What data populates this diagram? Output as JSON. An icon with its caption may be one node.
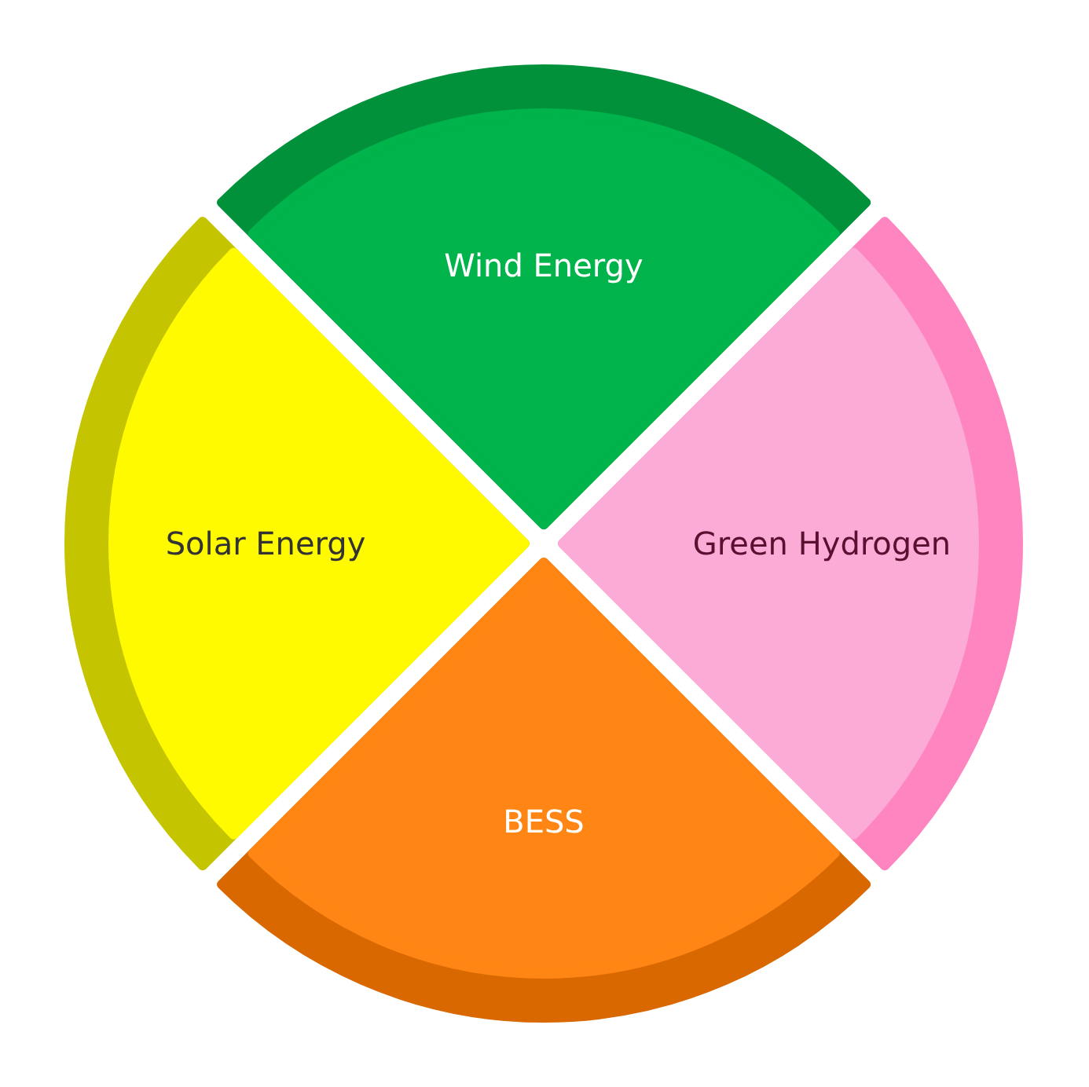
{
  "diagram": {
    "nodes": [
      {
        "text": [
          "Wind Energy"
        ]
      },
      {
        "text": [
          "Green Hydrogen"
        ]
      },
      {
        "text": [
          "Solar Energy"
        ]
      },
      {
        "text": [
          "BESS"
        ]
      }
    ]
  }
}
